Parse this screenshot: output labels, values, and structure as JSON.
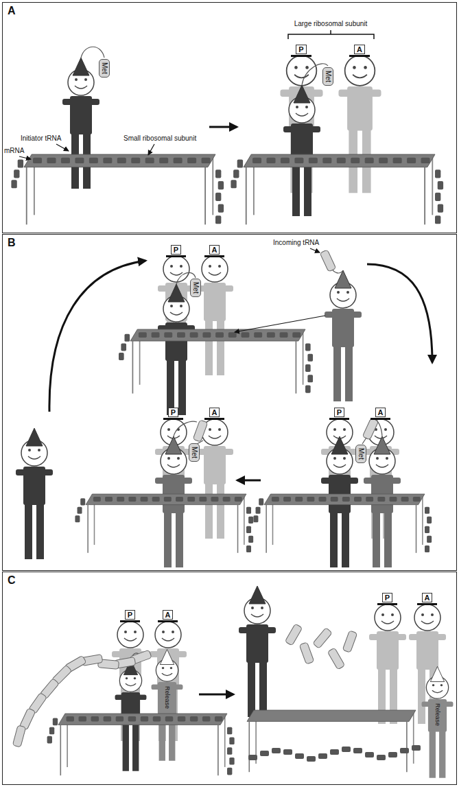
{
  "diagram": {
    "nodes": [
      {
        "text": [
          "A"
        ]
      },
      {
        "text": [
          "Met"
        ],
        "in": 0
      },
      {
        "text": [
          "P"
        ],
        "in": 0
      },
      {
        "text": [
          "A"
        ],
        "in": 0
      },
      {
        "text": [
          "Met"
        ],
        "in": 0
      },
      {
        "text": [
          "B"
        ]
      },
      {
        "text": [
          "P"
        ],
        "in": 5
      },
      {
        "text": [
          "A"
        ],
        "in": 5
      },
      {
        "text": [
          "Met"
        ],
        "in": 5
      },
      {
        "text": [
          "P"
        ],
        "in": 5
      },
      {
        "text": [
          "A"
        ],
        "in": 5
      },
      {
        "text": [
          "Met"
        ],
        "in": 5
      },
      {
        "text": [
          "P"
        ],
        "in": 5
      },
      {
        "text": [
          "A"
        ],
        "in": 5
      },
      {
        "text": [
          "Met"
        ],
        "in": 5
      },
      {
        "text": [
          "C"
        ]
      },
      {
        "text": [
          "P"
        ],
        "in": 15
      },
      {
        "text": [
          "A"
        ],
        "in": 15
      },
      {
        "text": [
          "Release"
        ],
        "in": 15
      },
      {
        "text": [
          "P"
        ],
        "in": 15
      },
      {
        "text": [
          "A"
        ],
        "in": 15
      },
      {
        "text": [
          "Release"
        ],
        "in": 15
      }
    ],
    "labels": [
      "Large ribosomal subunit",
      "Initiator tRNA",
      "Small ribosomal subunit",
      "mRNA",
      "Incoming tRNA"
    ]
  }
}
